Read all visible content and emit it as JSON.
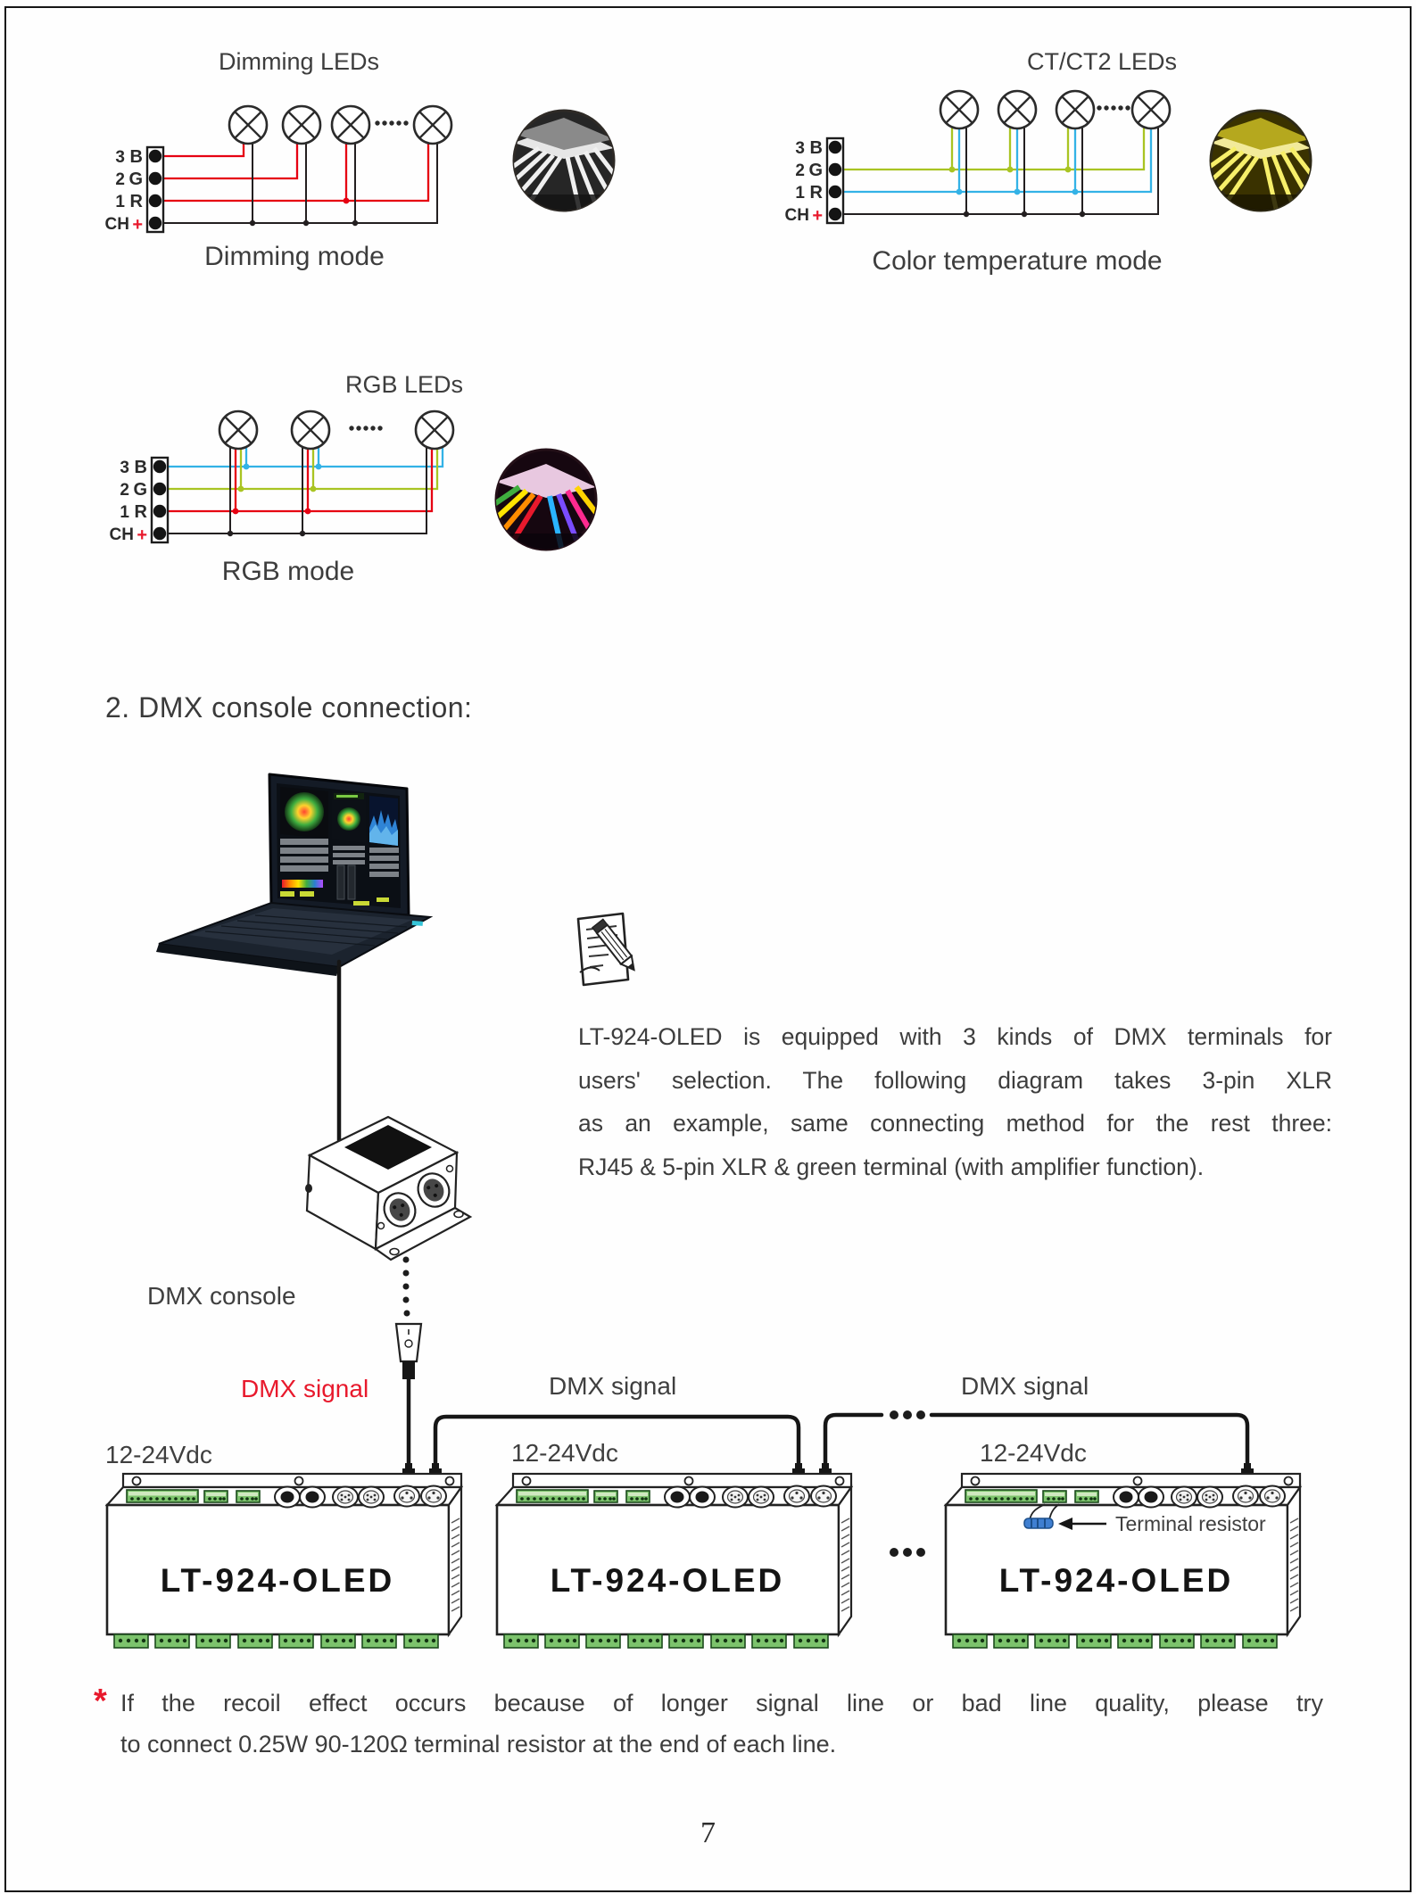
{
  "colors": {
    "wire-red": "#e60012",
    "wire-green": "#a9c422",
    "wire-blue": "#33b2e6",
    "wire-black": "#231f20",
    "accent-red": "#e8192c",
    "term-green": "#7cc36c",
    "term-green-dark": "#1c4a1c",
    "resistor-blue": "#3f7fd1"
  },
  "terminal_rows": [
    {
      "pin": "3",
      "label": "B"
    },
    {
      "pin": "2",
      "label": "G"
    },
    {
      "pin": "1",
      "label": "R"
    },
    {
      "pin": "CH",
      "label": "+"
    }
  ],
  "diagrams": {
    "dimming": {
      "title": "Dimming LEDs",
      "caption": "Dimming mode"
    },
    "ct": {
      "title": "CT/CT2 LEDs",
      "caption": "Color temperature mode"
    },
    "rgb": {
      "title": "RGB LEDs",
      "caption": "RGB mode"
    }
  },
  "section_heading": "2. DMX console connection:",
  "paragraph_lines": [
    "LT-924-OLED is equipped with 3 kinds of DMX terminals for",
    "users' selection. The following diagram takes 3-pin XLR",
    "as an example, same connecting method for the rest three:",
    "RJ45 & 5-pin XLR & green terminal (with amplifier function)."
  ],
  "connection": {
    "console_label": "DMX console",
    "signal_labels": [
      "DMX signal",
      "DMX signal",
      "DMX signal"
    ],
    "power_labels": [
      "12-24Vdc",
      "12-24Vdc",
      "12-24Vdc"
    ],
    "unit_name": "LT-924-OLED",
    "terminal_resistor_label": "Terminal resistor"
  },
  "note": {
    "marker": "*",
    "lines": [
      "If the recoil effect occurs because of longer signal line or bad line quality, please try",
      "to connect 0.25W 90-120Ω terminal resistor at the end of each line."
    ]
  },
  "page_number": "7"
}
